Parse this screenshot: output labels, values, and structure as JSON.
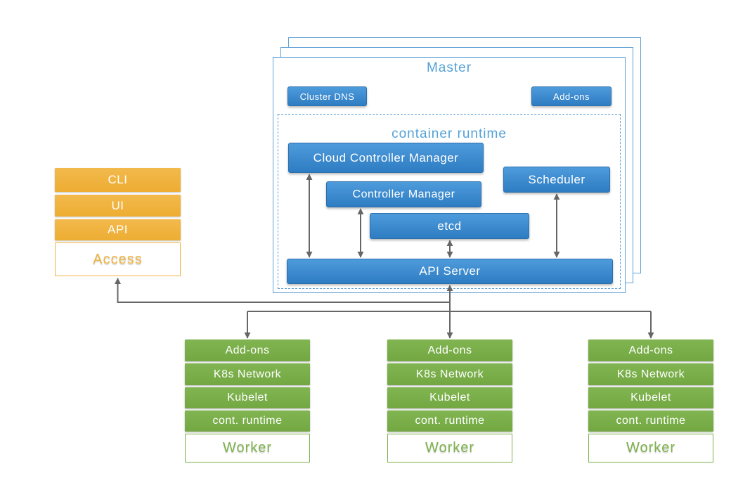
{
  "colors": {
    "node_blue": "#3e8dd3",
    "node_blue_border": "#2a70ae",
    "title_blue": "#54a1d8",
    "node_orange": "#f0b441",
    "node_green": "#7cb14a",
    "arrow_gray": "#666666",
    "background": "#ffffff"
  },
  "access_stack": {
    "rows": [
      "CLI",
      "UI",
      "API"
    ],
    "label": "Access"
  },
  "master": {
    "title": "Master",
    "cluster_dns": "Cluster DNS",
    "add_ons": "Add-ons",
    "container_runtime": {
      "title": "container runtime",
      "cloud_controller_manager": "Cloud Controller Manager",
      "controller_manager": "Controller Manager",
      "scheduler": "Scheduler",
      "etcd": "etcd",
      "api_server": "API Server"
    }
  },
  "workers": [
    {
      "rows": [
        "Add-ons",
        "K8s Network",
        "Kubelet",
        "cont. runtime"
      ],
      "label": "Worker"
    },
    {
      "rows": [
        "Add-ons",
        "K8s Network",
        "Kubelet",
        "cont. runtime"
      ],
      "label": "Worker"
    },
    {
      "rows": [
        "Add-ons",
        "K8s Network",
        "Kubelet",
        "cont. runtime"
      ],
      "label": "Worker"
    }
  ]
}
